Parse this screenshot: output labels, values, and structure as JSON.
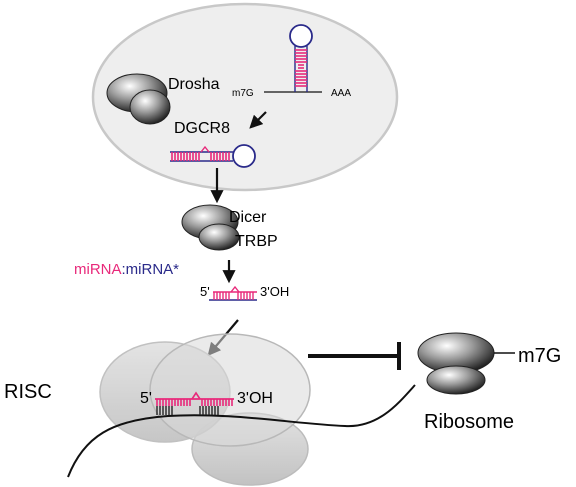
{
  "labels": {
    "drosha": "Drosha",
    "dgcr8": "DGCR8",
    "m7g_left": "m7G",
    "aaa": "AAA",
    "dicer": "Dicer",
    "trbp": "TRBP",
    "mirna": "miRNA",
    "colon": ":",
    "mirna_star": "miRNA*",
    "five_prime_small": "5'",
    "three_oh_small": "3'OH",
    "risc": "RISC",
    "five_prime_big": "5'",
    "three_oh_big": "3'OH",
    "m7g_right": "m7G",
    "ribosome": "Ribosome"
  },
  "colors": {
    "mirna": "#e8297a",
    "mirna_star": "#2a2a8a",
    "nucleus_fill": "#eeeeee",
    "nucleus_stroke": "#c8c8c8",
    "line": "#111111"
  }
}
